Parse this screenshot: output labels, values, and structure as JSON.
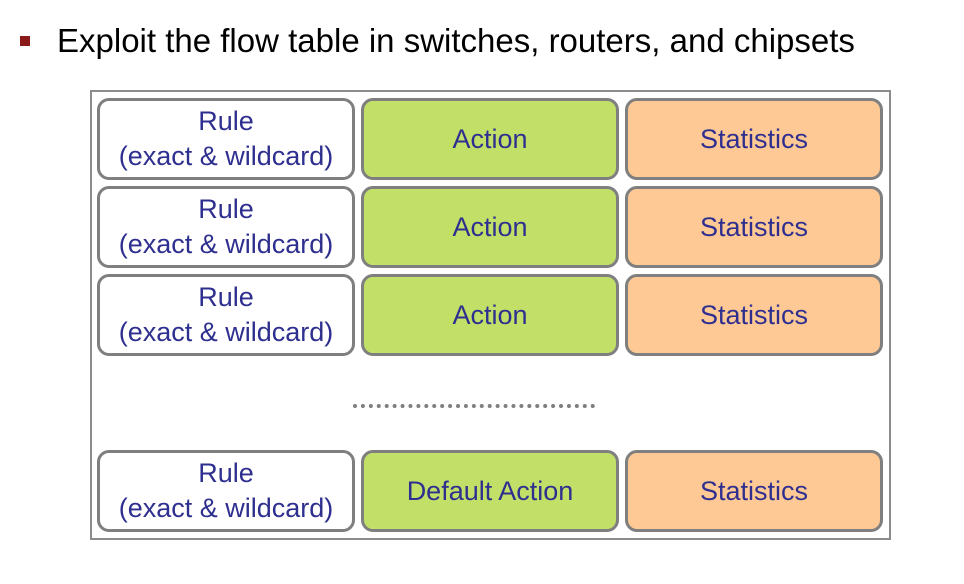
{
  "bullet": {
    "text": "Exploit the flow table in switches, routers, and chipsets",
    "color": "#8b1a1a"
  },
  "colors": {
    "text": "#2e2f8f",
    "action_fill": "#c2e068",
    "statistics_fill": "#ffc995",
    "border": "#7f7f7f"
  },
  "rows": [
    {
      "rule_line1": "Rule",
      "rule_line2": "(exact & wildcard)",
      "action": "Action",
      "statistics": "Statistics"
    },
    {
      "rule_line1": "Rule",
      "rule_line2": "(exact & wildcard)",
      "action": "Action",
      "statistics": "Statistics"
    },
    {
      "rule_line1": "Rule",
      "rule_line2": "(exact & wildcard)",
      "action": "Action",
      "statistics": "Statistics"
    }
  ],
  "default_row": {
    "rule_line1": "Rule",
    "rule_line2": "(exact & wildcard)",
    "action": "Default Action",
    "statistics": "Statistics"
  }
}
